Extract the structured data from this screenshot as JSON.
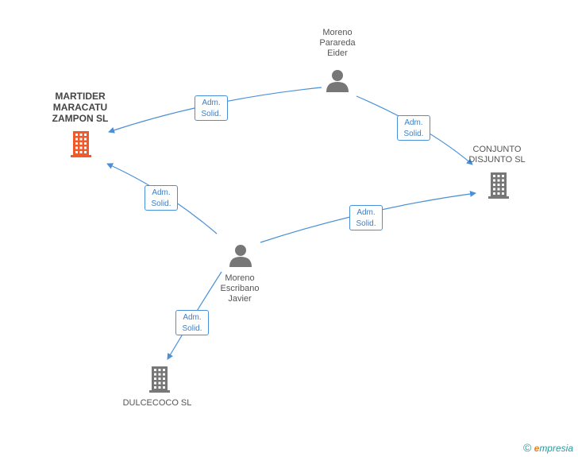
{
  "nodes": {
    "moreno_parareda": {
      "label": "Moreno\nParareda\nEider",
      "type": "person"
    },
    "moreno_escribano": {
      "label": "Moreno\nEscribano\nJavier",
      "type": "person"
    },
    "martider": {
      "label": "MARTIDER\nMARACATU\nZAMPON SL",
      "type": "company",
      "highlight": true
    },
    "conjunto": {
      "label": "CONJUNTO\nDISJUNTO SL",
      "type": "company"
    },
    "dulcecoco": {
      "label": "DULCECOCO SL",
      "type": "company"
    }
  },
  "edges": [
    {
      "from": "moreno_parareda",
      "to": "martider",
      "label": "Adm.\nSolid."
    },
    {
      "from": "moreno_parareda",
      "to": "conjunto",
      "label": "Adm.\nSolid."
    },
    {
      "from": "moreno_escribano",
      "to": "martider",
      "label": "Adm.\nSolid."
    },
    {
      "from": "moreno_escribano",
      "to": "conjunto",
      "label": "Adm.\nSolid."
    },
    {
      "from": "moreno_escribano",
      "to": "dulcecoco",
      "label": "Adm.\nSolid."
    }
  ],
  "colors": {
    "edge": "#4a90d9",
    "person": "#777777",
    "company": "#777777",
    "company_highlight": "#f05a2a"
  },
  "watermark": {
    "copyright": "©",
    "brand_first": "e",
    "brand_rest": "mpresia"
  }
}
